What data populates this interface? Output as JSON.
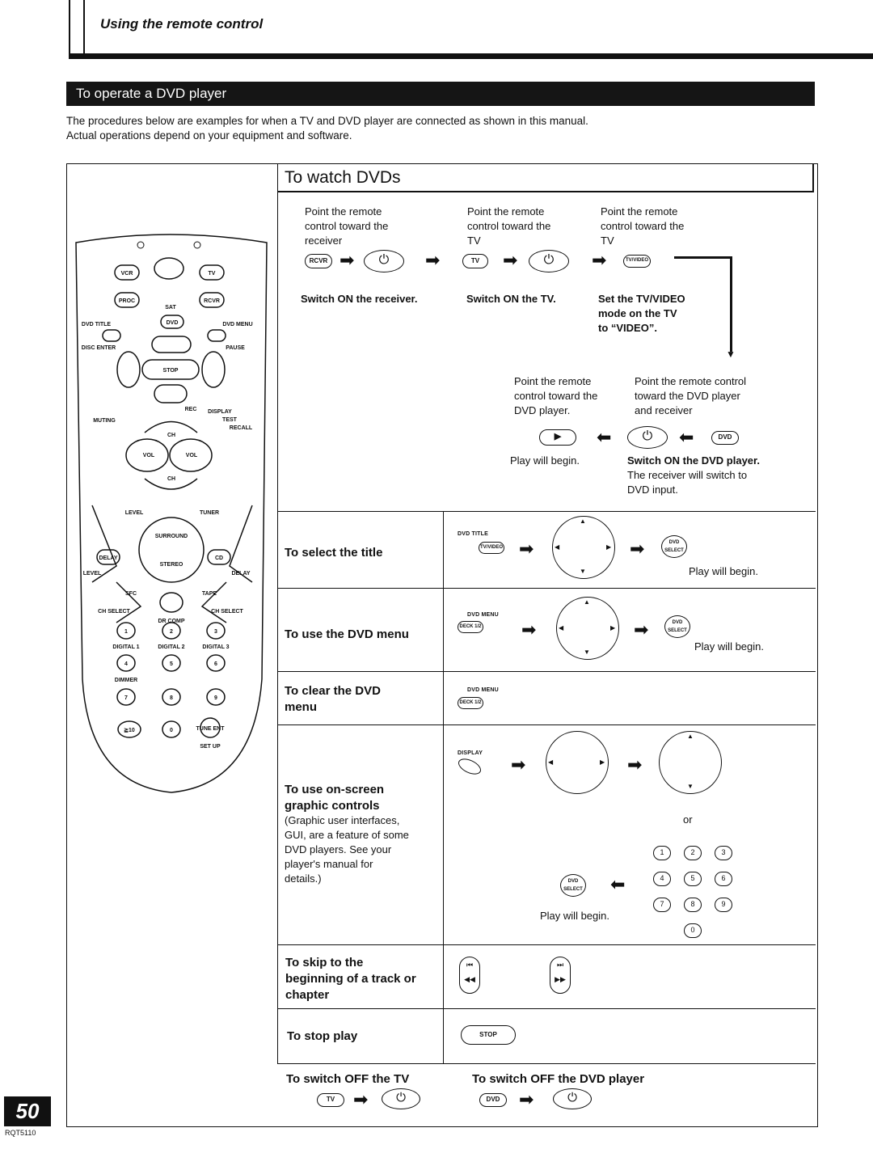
{
  "header": {
    "section_title": "Using the remote control"
  },
  "banner": {
    "title": "To operate a DVD player"
  },
  "intro": {
    "line1": "The procedures below are examples for when a TV and DVD player are connected as shown in this manual.",
    "line2": "Actual operations depend on your equipment and software."
  },
  "watch": {
    "title": "To watch DVDs",
    "step1_text": [
      "Point the remote",
      "control toward the",
      "receiver"
    ],
    "step2_text": [
      "Point the remote",
      "control toward the",
      "TV"
    ],
    "step3_text": [
      "Point the remote",
      "control toward the",
      "TV"
    ],
    "step1_caption": "Switch ON the receiver.",
    "step2_caption": "Switch ON the TV.",
    "step3_caption": [
      "Set the TV/VIDEO",
      "mode on the TV",
      "to “VIDEO”."
    ],
    "step4_text": [
      "Point the remote",
      "control toward the",
      "DVD player."
    ],
    "step5_text": [
      "Point the remote control",
      "toward the DVD player",
      "and receiver"
    ],
    "step4_caption": "Play will begin.",
    "step5_caption": "Switch ON the DVD player.",
    "step5_note": [
      "The receiver will switch to",
      "DVD input."
    ]
  },
  "buttons": {
    "rcvr": "RCVR",
    "tv": "TV",
    "tvvideo": "TV/VIDEO",
    "dvd": "DVD",
    "dvd_title": "DVD TITLE",
    "dvd_menu": "DVD MENU",
    "deck": "DECK 1/2",
    "dvd_select": "DVD SELECT",
    "display": "DISPLAY",
    "stop": "STOP"
  },
  "rows": [
    {
      "label": "To select the title",
      "note": "Play will begin."
    },
    {
      "label": "To use the DVD menu",
      "note": "Play will begin."
    },
    {
      "label": [
        "To clear the DVD",
        "menu"
      ]
    },
    {
      "label": [
        "To use on-screen",
        "graphic controls"
      ],
      "sub": [
        "(Graphic user interfaces,",
        "GUI, are a feature of some",
        "DVD players. See your",
        "player's manual for",
        "details.)"
      ],
      "or": "or",
      "note": "Play will begin."
    },
    {
      "label": [
        "To skip to the",
        "beginning of a track or",
        "chapter"
      ]
    },
    {
      "label": "To stop play"
    }
  ],
  "switch_off": {
    "tv": "To switch OFF the TV",
    "dvd": "To switch OFF the DVD player"
  },
  "numpad": [
    "1",
    "2",
    "3",
    "4",
    "5",
    "6",
    "7",
    "8",
    "9",
    "0"
  ],
  "remote": {
    "vcr": "VCR",
    "tv": "TV",
    "proc": "PROC",
    "sat": "SAT",
    "rcvr": "RCVR",
    "dvd": "DVD",
    "dvd_title": "DVD TITLE",
    "dvd_menu": "DVD MENU",
    "disc_enter": "DISC ENTER",
    "pause": "PAUSE",
    "stop": "STOP",
    "rec": "REC",
    "display": "DISPLAY",
    "muting": "MUTING",
    "test": "TEST",
    "recall": "RECALL",
    "ch": "CH",
    "vol": "VOL",
    "level": "LEVEL",
    "tuner": "TUNER",
    "surround": "SURROUND",
    "stereo": "STEREO",
    "delay": "DELAY",
    "cd": "CD",
    "sfc": "SFC",
    "tape": "TAPE",
    "ch_select": "CH SELECT",
    "dr_comp": "DR COMP",
    "digital1": "DIGITAL 1",
    "digital2": "DIGITAL 2",
    "digital3": "DIGITAL 3",
    "dimmer": "DIMMER",
    "ge10": "≧10",
    "tune_ent": "TUNE ENT",
    "setup": "SET UP"
  },
  "page": {
    "number": "50",
    "code": "RQT5110"
  }
}
